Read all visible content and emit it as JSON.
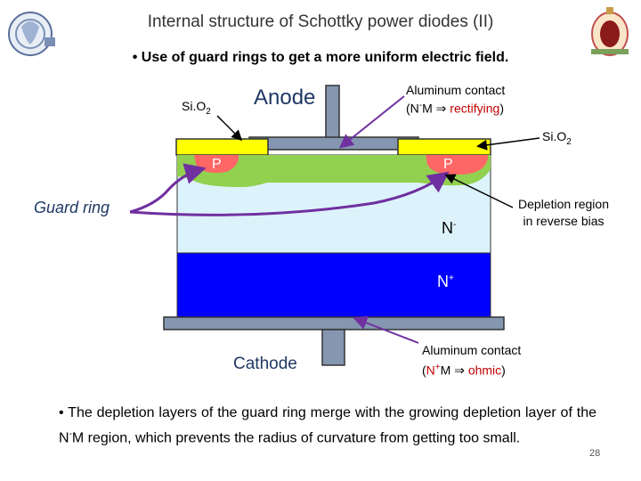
{
  "title": "Internal structure of Schottky power diodes (II)",
  "bullet_top": "• Use of guard rings to get a more uniform electric field.",
  "labels": {
    "sio2_left_main": "Si.O",
    "sio2_left_sub": "2",
    "anode": "Anode",
    "al_top_line1": "Aluminum contact",
    "al_top_open": "(N",
    "al_top_sup": "-",
    "al_top_m": "M ⇒ ",
    "al_top_rect": "rectifying",
    "al_top_close": ")",
    "sio2_right_main": "Si.O",
    "sio2_right_sub": "2",
    "p_left": "P",
    "p_right": "P",
    "guard_ring": "Guard ring",
    "nminus_main": "N",
    "nminus_sup": "-",
    "depletion_line1": "Depletion region",
    "depletion_line2": "in reverse bias",
    "nplus_main": "N",
    "nplus_sup": "+",
    "cathode": "Cathode",
    "al_bottom_line1": "Aluminum contact",
    "al_bottom_open": "(",
    "al_bottom_n": "N",
    "al_bottom_sup": "+",
    "al_bottom_m": "M ⇒ ",
    "al_bottom_ohmic": "ohmic",
    "al_bottom_close": ")"
  },
  "bullet_bottom_a": "• The depletion layers of the guard ring merge with the growing depletion layer of the N",
  "bullet_bottom_sup": "-",
  "bullet_bottom_b": "M region, which prevents the radius of curvature from getting too small.",
  "page_number": "28",
  "colors": {
    "sio2": "#ffff00",
    "p_region": "#ff6666",
    "depletion": "#92d050",
    "n_minus": "#ddf3fb",
    "n_plus": "#0000ff",
    "metal": "#8496b0",
    "arrow": "#7030a0",
    "red_text": "#c00000",
    "navy_text": "#1f3864"
  },
  "icons": [
    "university-logo-left",
    "university-logo-right"
  ]
}
